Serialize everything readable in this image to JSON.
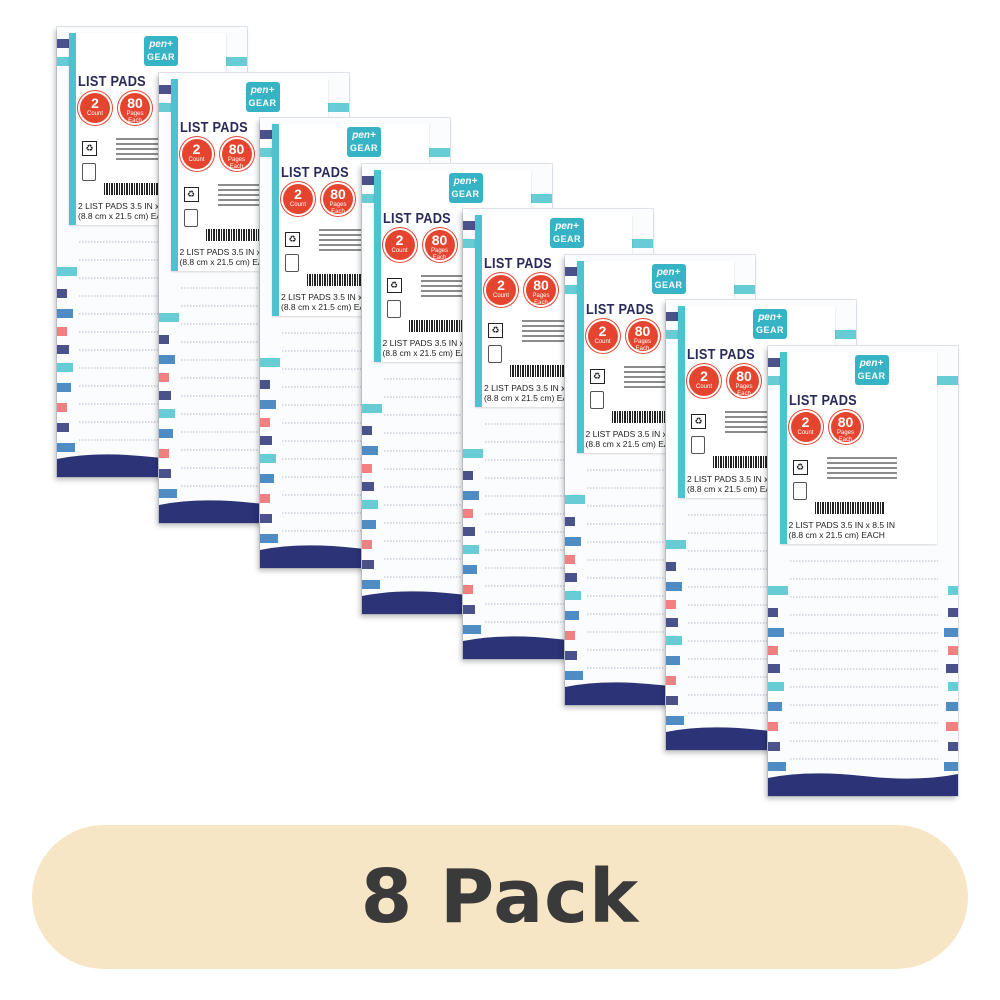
{
  "product": {
    "brand_line1": "pen+",
    "brand_line2": "GEAR",
    "title": "LIST PADS",
    "count_value": "2",
    "count_label": "Count",
    "sheets_value": "80",
    "sheets_label": "Pages Each",
    "size_line1": "2 LIST PADS 3.5 IN x 8.5 IN",
    "size_line2": "(8.8 cm x 21.5 cm) EACH"
  },
  "pack_count": 8,
  "banner": {
    "text": "8 Pack"
  },
  "colors": {
    "teal": "#4cc3cf",
    "navy": "#2c3377",
    "blue": "#2f78b9",
    "coral": "#ee6a6a",
    "badge_red": "#e5452f",
    "banner_bg": "#f7e6c6",
    "banner_text": "#3a3a3a"
  }
}
